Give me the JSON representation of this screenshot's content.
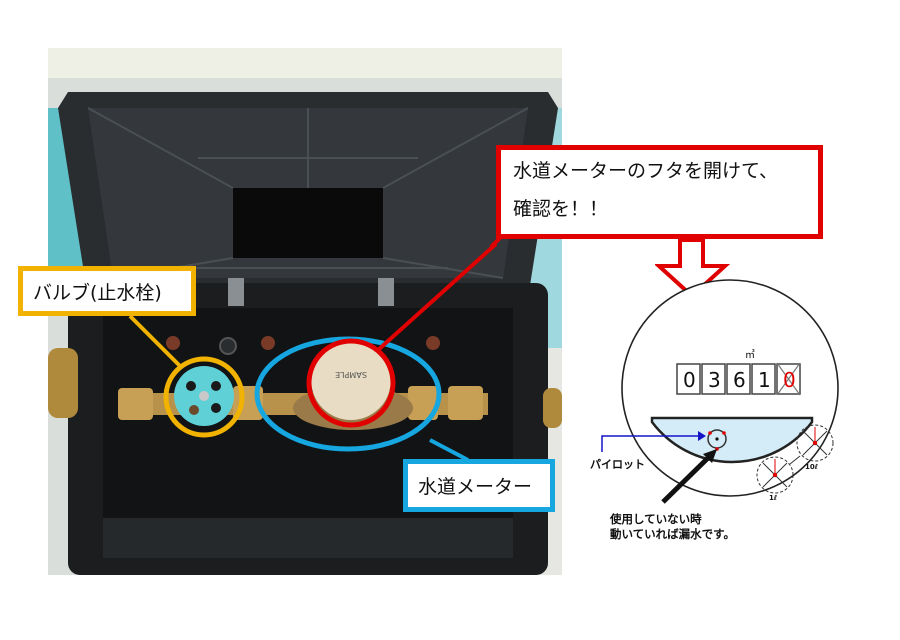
{
  "callouts": {
    "meter_lid": {
      "line1": "水道メーターのフタを開けて、",
      "line2": "確認を！！",
      "color": "#e00000"
    },
    "valve": {
      "label": "バルブ(止水栓)",
      "color": "#f2b300"
    },
    "water_meter": {
      "label": "水道メーター",
      "color": "#16a6e0"
    }
  },
  "diagram": {
    "unit": "㎥",
    "digits": [
      "0",
      "3",
      "6",
      "1",
      "0"
    ],
    "crossed_digit_color": "#e00000",
    "pilot_label": "パイロット",
    "note_line1": "使用していない時",
    "note_line2": "動いていれば漏水です。",
    "dial_large_label": "10ℓ",
    "dial_small_label": "1ℓ",
    "face_color": "#d4ecf7",
    "arrow_color": "#1515c8"
  },
  "photo": {
    "meter_face_text": "SAMPLE"
  }
}
